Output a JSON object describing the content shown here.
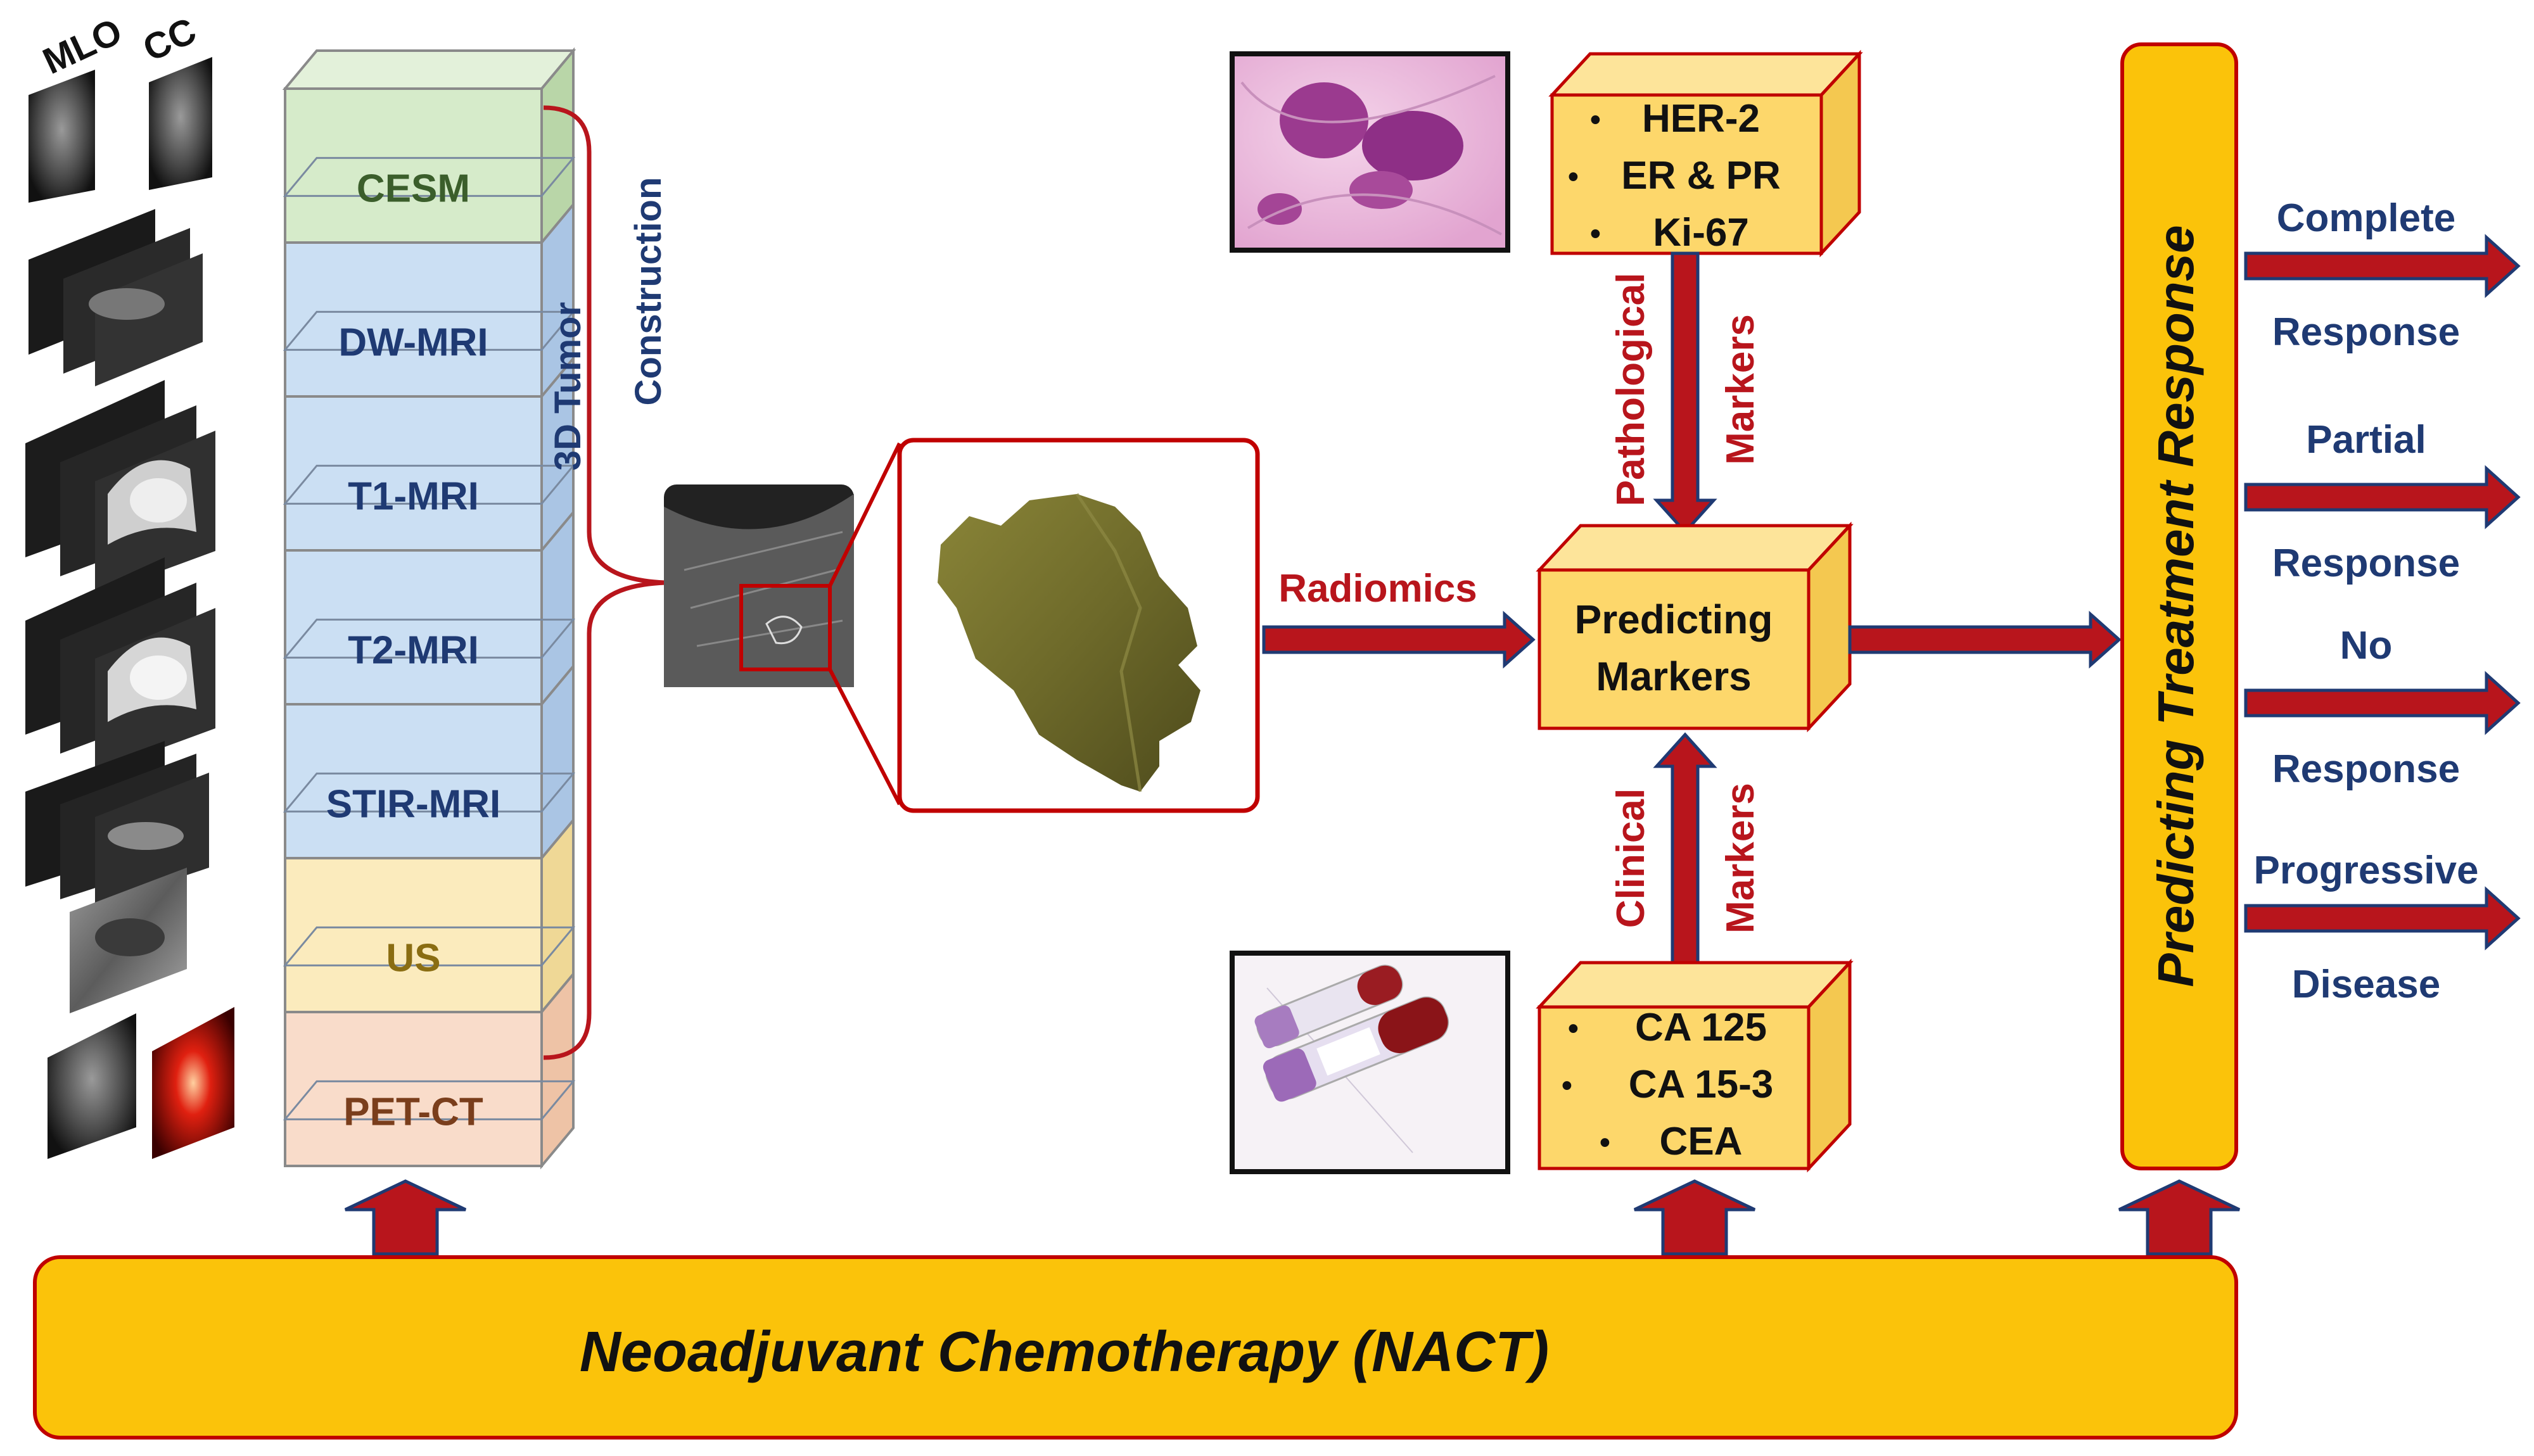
{
  "modalities": {
    "mlo_label": "MLO",
    "cc_label": "CC",
    "stack": [
      {
        "label": "CESM",
        "fill": "#d3e9c6",
        "top": "#e3f1da",
        "side": "#b9d6a8",
        "text": "#3b5e2b"
      },
      {
        "label": "DW-MRI",
        "fill": "#c7dcf2",
        "top": "#d9e7f7",
        "side": "#aac5e4",
        "text": "#1f3a73"
      },
      {
        "label": "T1-MRI",
        "fill": "#c7dcf2",
        "top": "#d9e7f7",
        "side": "#aac5e4",
        "text": "#1f3a73"
      },
      {
        "label": "T2-MRI",
        "fill": "#c7dcf2",
        "top": "#d9e7f7",
        "side": "#aac5e4",
        "text": "#1f3a73"
      },
      {
        "label": "STIR-MRI",
        "fill": "#c7dcf2",
        "top": "#d9e7f7",
        "side": "#aac5e4",
        "text": "#1f3a73"
      },
      {
        "label": "US",
        "fill": "#fbe9b7",
        "top": "#fdf1cf",
        "side": "#efd896",
        "text": "#8a6d12"
      },
      {
        "label": "PET-CT",
        "fill": "#f8d9c5",
        "top": "#fbe6d8",
        "side": "#eec3a6",
        "text": "#7a3e1c"
      }
    ]
  },
  "construction": {
    "line1": "3D Tumor",
    "line2": "Construction"
  },
  "radiomics_label": "Radiomics",
  "pathology_box": {
    "items": [
      "HER-2",
      "ER & PR",
      "Ki-67"
    ]
  },
  "pathological_markers": {
    "line1": "Pathological",
    "line2": "Markers"
  },
  "predicting_markers": {
    "line1": "Predicting",
    "line2": "Markers"
  },
  "clinical_markers": {
    "line1": "Clinical",
    "line2": "Markers"
  },
  "clinical_box": {
    "items": [
      "CA 125",
      "CA 15-3",
      "CEA"
    ]
  },
  "treatment_response_title": "Predicting Treatment Response",
  "outcomes": [
    {
      "line1": "Complete",
      "line2": "Response"
    },
    {
      "line1": "Partial",
      "line2": "Response"
    },
    {
      "line1": "No",
      "line2": "Response"
    },
    {
      "line1": "Progressive",
      "line2": "Disease"
    }
  ],
  "nact_label": "Neoadjuvant Chemotherapy (NACT)",
  "colors": {
    "accent_red": "#b8151c",
    "arrow_blue": "#1f3a73",
    "box_yellow": "#fdd76b",
    "bar_yellow": "#fbc30a",
    "box_border": "#c00000"
  }
}
